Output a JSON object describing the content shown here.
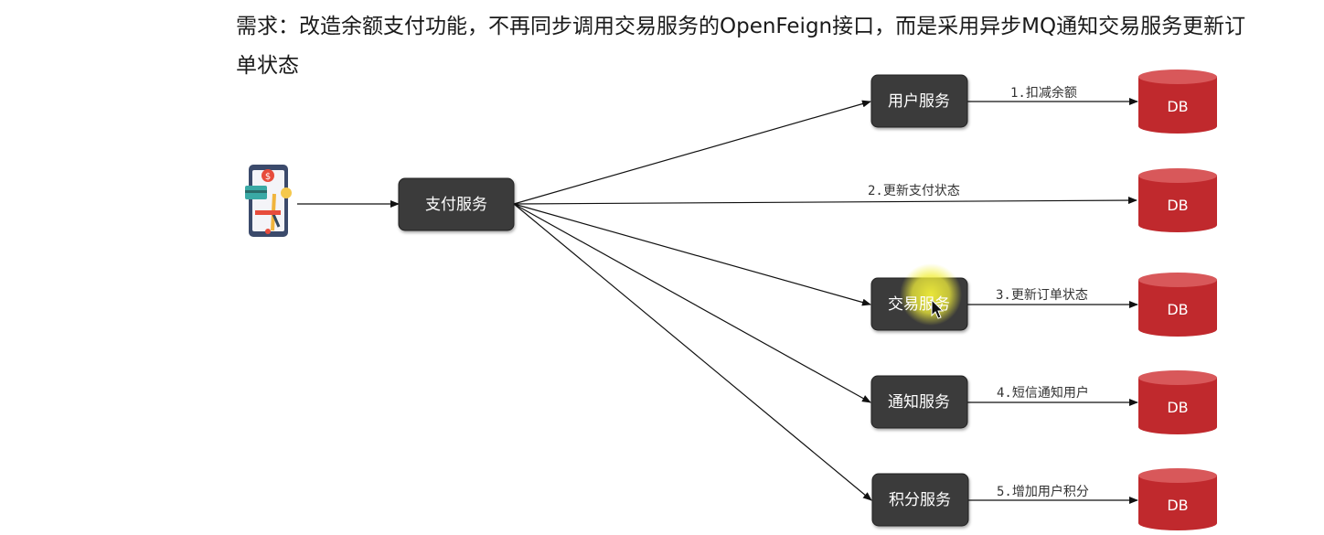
{
  "requirement": {
    "text": "需求：改造余额支付功能，不再同步调用交易服务的OpenFeign接口，而是采用异步MQ通知交易服务更新订单状态"
  },
  "icons": {
    "client": "mobile-payment-icon",
    "cursor": "mouse-pointer-icon"
  },
  "nodes": {
    "pay": "支付服务",
    "user": "用户服务",
    "trade": "交易服务",
    "notify": "通知服务",
    "points": "积分服务"
  },
  "edges": {
    "e1": "1.扣减余额",
    "e2": "2.更新支付状态",
    "e3": "3.更新订单状态",
    "e4": "4.短信通知用户",
    "e5": "5.增加用户积分"
  },
  "db_label": "DB",
  "colors": {
    "node_fill": "#3a3a3a",
    "db_body": "#c0292d",
    "db_top": "#d8585a",
    "cursor_highlight": "#f2ef3a"
  }
}
